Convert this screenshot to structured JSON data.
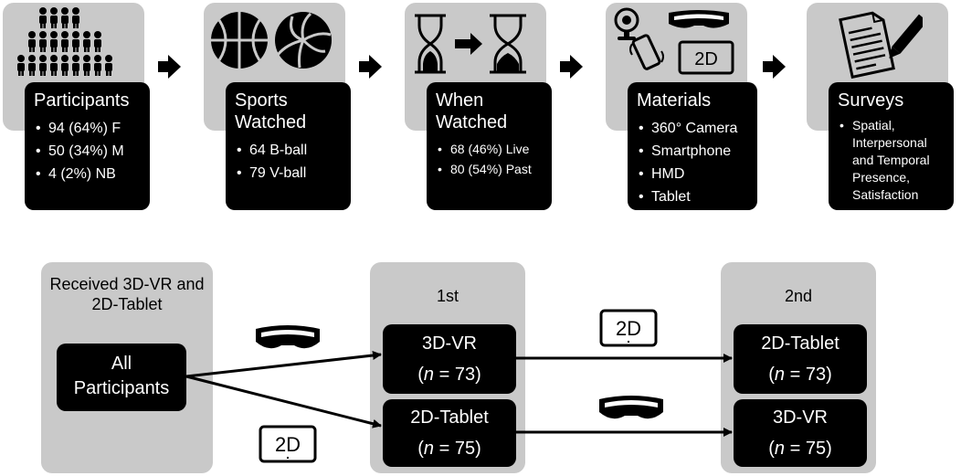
{
  "steps": [
    {
      "title": "Participants",
      "items": [
        "94 (64%) F",
        "50 (34%) M",
        "4 (2%) NB"
      ]
    },
    {
      "title": "Sports Watched",
      "items": [
        "64 B-ball",
        "79 V-ball"
      ]
    },
    {
      "title": "When Watched",
      "items": [
        "68 (46%) Live",
        "80 (54%) Past"
      ]
    },
    {
      "title": "Materials",
      "items": [
        "360° Camera",
        "Smartphone",
        "HMD",
        "Tablet"
      ]
    },
    {
      "title": "Surveys",
      "items": [
        "Spatial, Interpersonal and Temporal Presence, Satisfaction"
      ]
    }
  ],
  "design": {
    "left_header": "Received 3D-VR and 2D-Tablet",
    "all_label": "All Participants",
    "first_header": "1st",
    "second_header": "2nd",
    "first_top_label": "3D-VR",
    "first_top_n": "(n = 73)",
    "first_bottom_label": "2D-Tablet",
    "first_bottom_n": "(n = 75)",
    "second_top_label": "2D-Tablet",
    "second_top_n": "(n = 73)",
    "second_bottom_label": "3D-VR",
    "second_bottom_n": "(n = 75)",
    "tablet_icon_text": "2D"
  },
  "icons": {
    "participants": "people-group-icon",
    "sports": "basketball-volleyball-icon",
    "when": "hourglass-icon",
    "materials": "camera-phone-hmd-tablet-icon",
    "surveys": "survey-pencil-icon",
    "hmd": "vr-headset-icon",
    "tablet": "tablet-2d-icon"
  },
  "colors": {
    "panel_gray": "#c9c9c9",
    "box_black": "#000000",
    "text_white": "#ffffff"
  }
}
